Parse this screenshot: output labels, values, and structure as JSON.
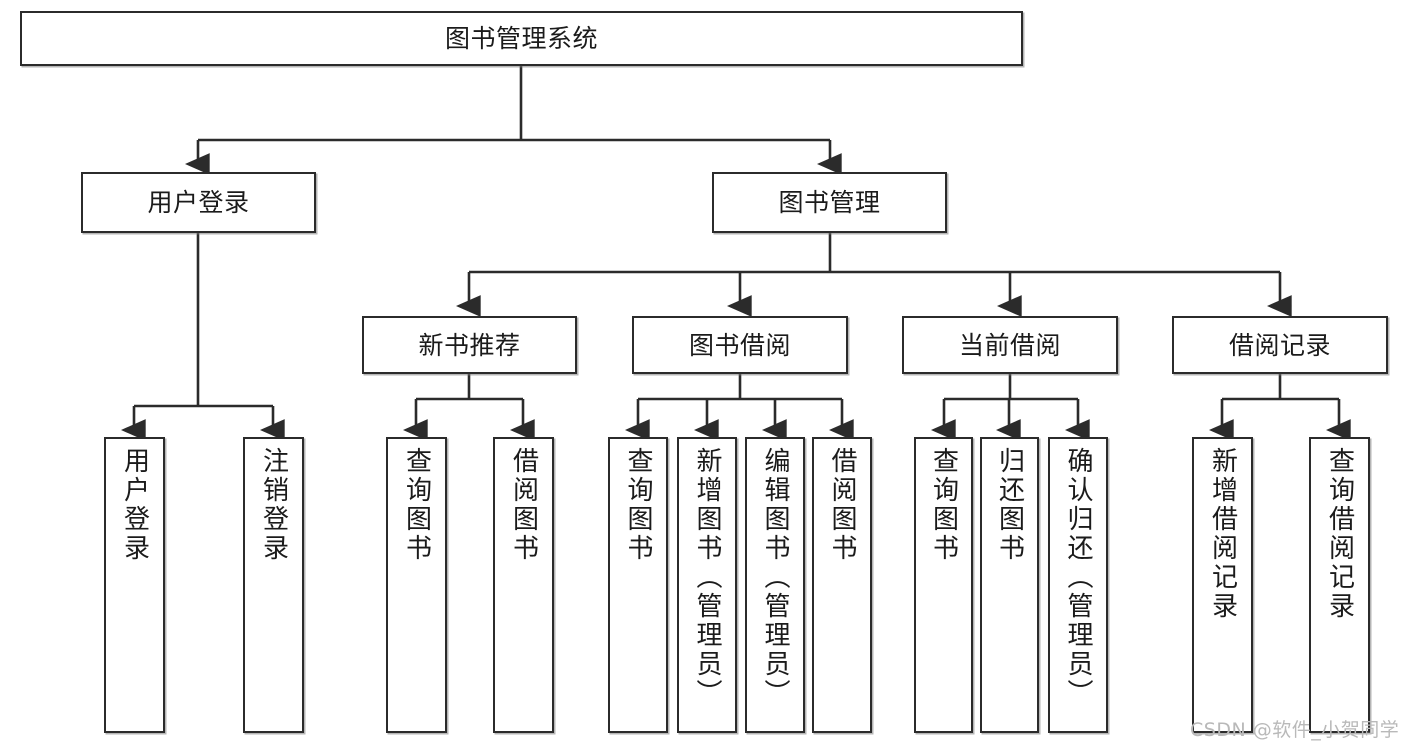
{
  "diagram": {
    "title_node": {
      "label": "图书管理系统"
    },
    "level2": [
      {
        "id": "user-login",
        "label": "用户登录"
      },
      {
        "id": "book-management",
        "label": "图书管理"
      }
    ],
    "level3": [
      {
        "id": "new-book-recommend",
        "label": "新书推荐"
      },
      {
        "id": "book-borrow",
        "label": "图书借阅"
      },
      {
        "id": "current-borrow",
        "label": "当前借阅"
      },
      {
        "id": "borrow-record",
        "label": "借阅记录"
      }
    ],
    "leaves": {
      "user_login": [
        {
          "id": "leaf-user-login",
          "label": "用户登录"
        },
        {
          "id": "leaf-logout-login",
          "label": "注销登录"
        }
      ],
      "new_book_recommend": [
        {
          "id": "leaf-query-book-1",
          "label": "查询图书"
        },
        {
          "id": "leaf-borrow-book-1",
          "label": "借阅图书"
        }
      ],
      "book_borrow": [
        {
          "id": "leaf-query-book-2",
          "label": "查询图书"
        },
        {
          "id": "leaf-add-book",
          "label": "新增图书（管理员）"
        },
        {
          "id": "leaf-edit-book",
          "label": "编辑图书（管理员）"
        },
        {
          "id": "leaf-borrow-book-2",
          "label": "借阅图书"
        }
      ],
      "current_borrow": [
        {
          "id": "leaf-query-book-3",
          "label": "查询图书"
        },
        {
          "id": "leaf-return-book",
          "label": "归还图书"
        },
        {
          "id": "leaf-confirm-return",
          "label": "确认归还（管理员）"
        }
      ],
      "borrow_record": [
        {
          "id": "leaf-add-record",
          "label": "新增借阅记录"
        },
        {
          "id": "leaf-query-record",
          "label": "查询借阅记录"
        }
      ]
    }
  },
  "watermark": {
    "text": "CSDN @软件_小贺同学"
  },
  "colors": {
    "stroke": "#2b2b2b",
    "fill": "#ffffff",
    "text": "#1b1b1b",
    "watermark": "#b9b9b9"
  }
}
